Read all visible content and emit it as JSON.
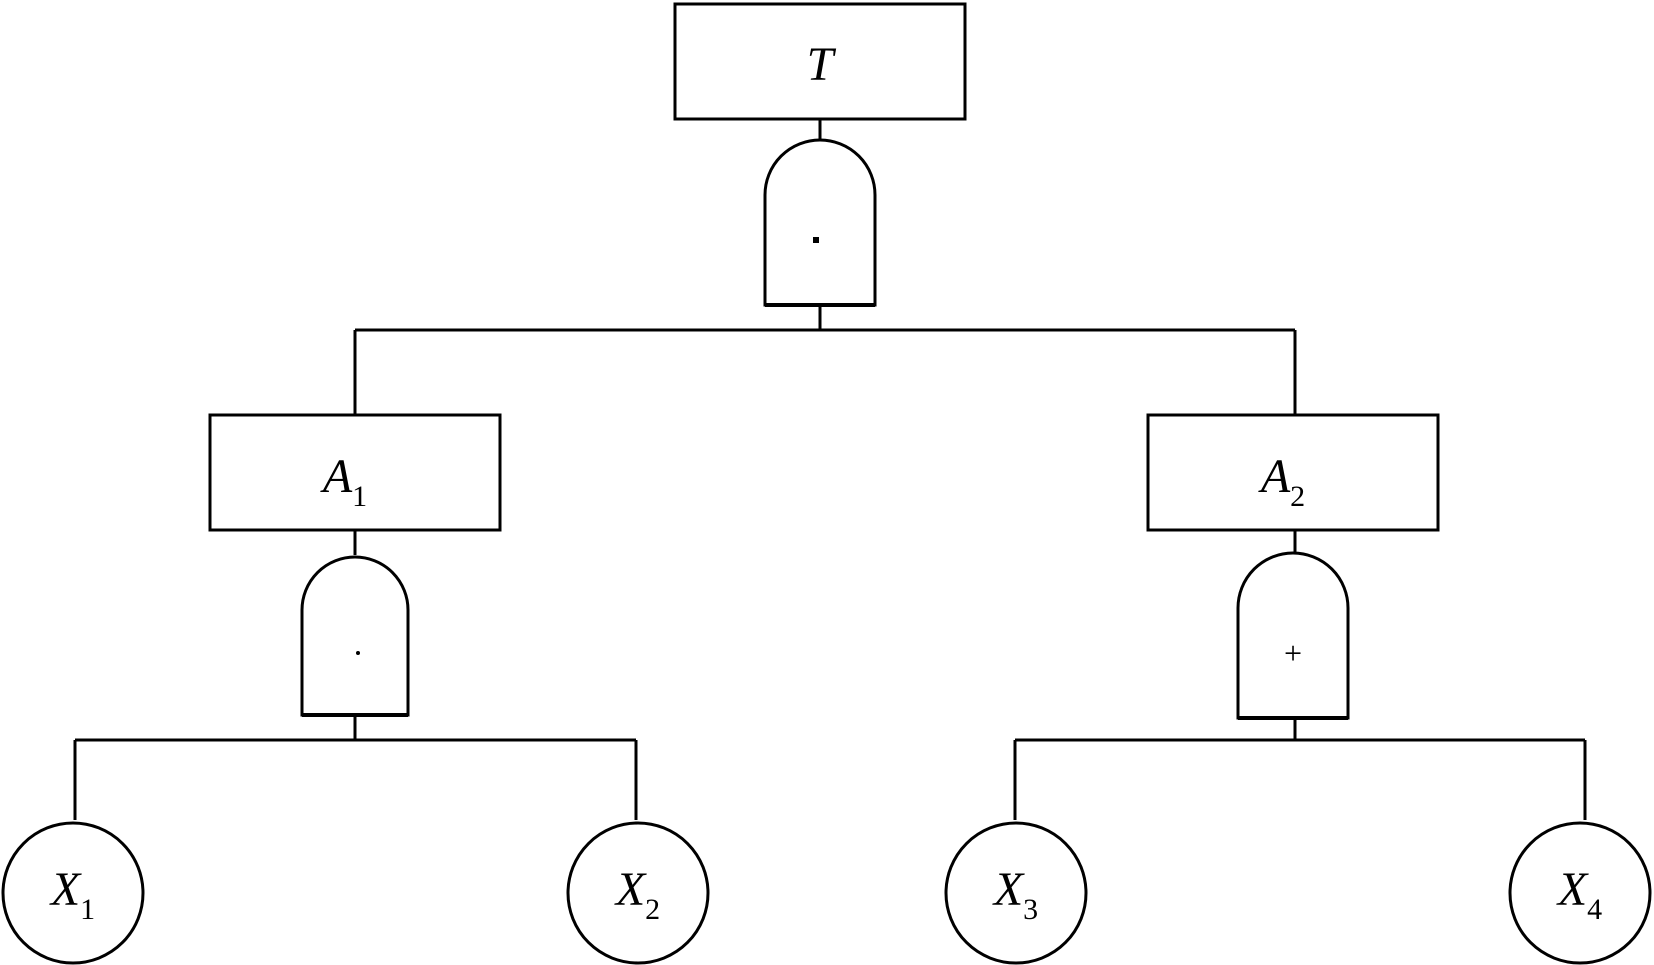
{
  "diagram": {
    "top_event": {
      "letter": "T",
      "sub": ""
    },
    "top_gate": {
      "symbol": "·"
    },
    "intermediate": [
      {
        "letter": "A",
        "sub": "1",
        "gate_symbol": "·"
      },
      {
        "letter": "A",
        "sub": "2",
        "gate_symbol": "+"
      }
    ],
    "basic_events": [
      {
        "letter": "X",
        "sub": "1"
      },
      {
        "letter": "X",
        "sub": "2"
      },
      {
        "letter": "X",
        "sub": "3"
      },
      {
        "letter": "X",
        "sub": "4"
      }
    ]
  }
}
